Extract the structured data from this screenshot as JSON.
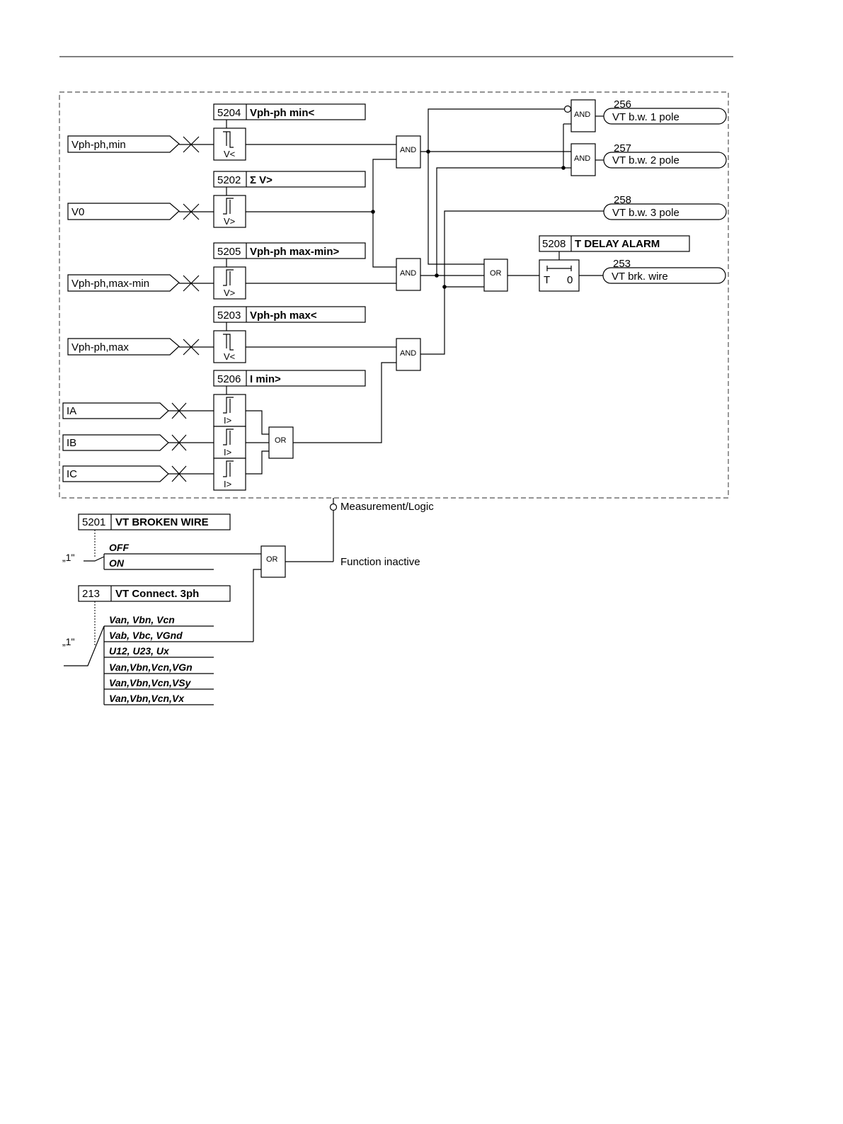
{
  "inputs": {
    "vph_min": "Vph-ph,min",
    "v0": "V0",
    "vph_maxmin": "Vph-ph,max-min",
    "vph_max": "Vph-ph,max",
    "ia": "IA",
    "ib": "IB",
    "ic": "IC"
  },
  "parameters": [
    {
      "code": "5204",
      "name": "Vph-ph min<"
    },
    {
      "code": "5202",
      "name": "Σ V>"
    },
    {
      "code": "5205",
      "name": "Vph-ph max-min>"
    },
    {
      "code": "5203",
      "name": "Vph-ph max<"
    },
    {
      "code": "5206",
      "name": "I min>"
    },
    {
      "code": "5208",
      "name": "T DELAY ALARM"
    },
    {
      "code": "5201",
      "name": "VT BROKEN WIRE"
    },
    {
      "code": "213",
      "name": "VT Connect. 3ph"
    }
  ],
  "threshold_labels": {
    "under_v": "V<",
    "over_v": "V>",
    "over_i": "I>"
  },
  "gates": {
    "and": "AND",
    "or": "OR"
  },
  "timer": {
    "t": "T",
    "zero": "0"
  },
  "outputs": [
    {
      "number": "256",
      "label": "VT b.w. 1 pole"
    },
    {
      "number": "257",
      "label": "VT b.w. 2 pole"
    },
    {
      "number": "258",
      "label": "VT b.w. 3 pole"
    },
    {
      "number": "253",
      "label": "VT brk. wire"
    }
  ],
  "block_labels": {
    "measurement": "Measurement/Logic",
    "inactive": "Function inactive",
    "one": "„1\""
  },
  "broken_wire_options": [
    "OFF",
    "ON"
  ],
  "connect_options": [
    "Van, Vbn, Vcn",
    "Vab, Vbc, VGnd",
    "U12, U23, Ux",
    "Van,Vbn,Vcn,VGn",
    "Van,Vbn,Vcn,VSy",
    "Van,Vbn,Vcn,Vx"
  ]
}
